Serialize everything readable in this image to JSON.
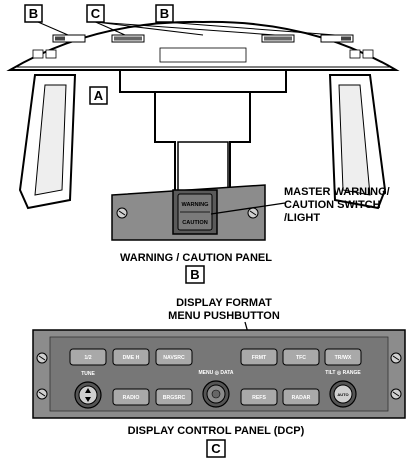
{
  "overview": {
    "callouts": {
      "b_left": "B",
      "c": "C",
      "b_right": "B",
      "a": "A"
    }
  },
  "warning_panel": {
    "switch_top": "WARNING",
    "switch_bottom": "CAUTION",
    "callout_lines": [
      "MASTER WARNING/",
      "CAUTION SWITCH",
      "/LIGHT"
    ],
    "title": "WARNING / CAUTION PANEL",
    "letter": "B"
  },
  "dcp": {
    "callout_lines": [
      "DISPLAY FORMAT",
      "MENU PUSHBUTTON"
    ],
    "top_buttons": [
      "1/2",
      "DME H",
      "NAVSRC",
      "FRMT",
      "TFC",
      "TR/WX"
    ],
    "bottom_buttons": [
      "RADIO",
      "BRGSRC",
      "REFS",
      "RADAR"
    ],
    "tune_label": "TUNE",
    "menu_data_label": "MENU ◎ DATA",
    "tilt_range_label": "TILT ◎ RANGE",
    "auto_label": "AUTO",
    "title": "DISPLAY CONTROL PANEL (DCP)",
    "letter": "C"
  }
}
